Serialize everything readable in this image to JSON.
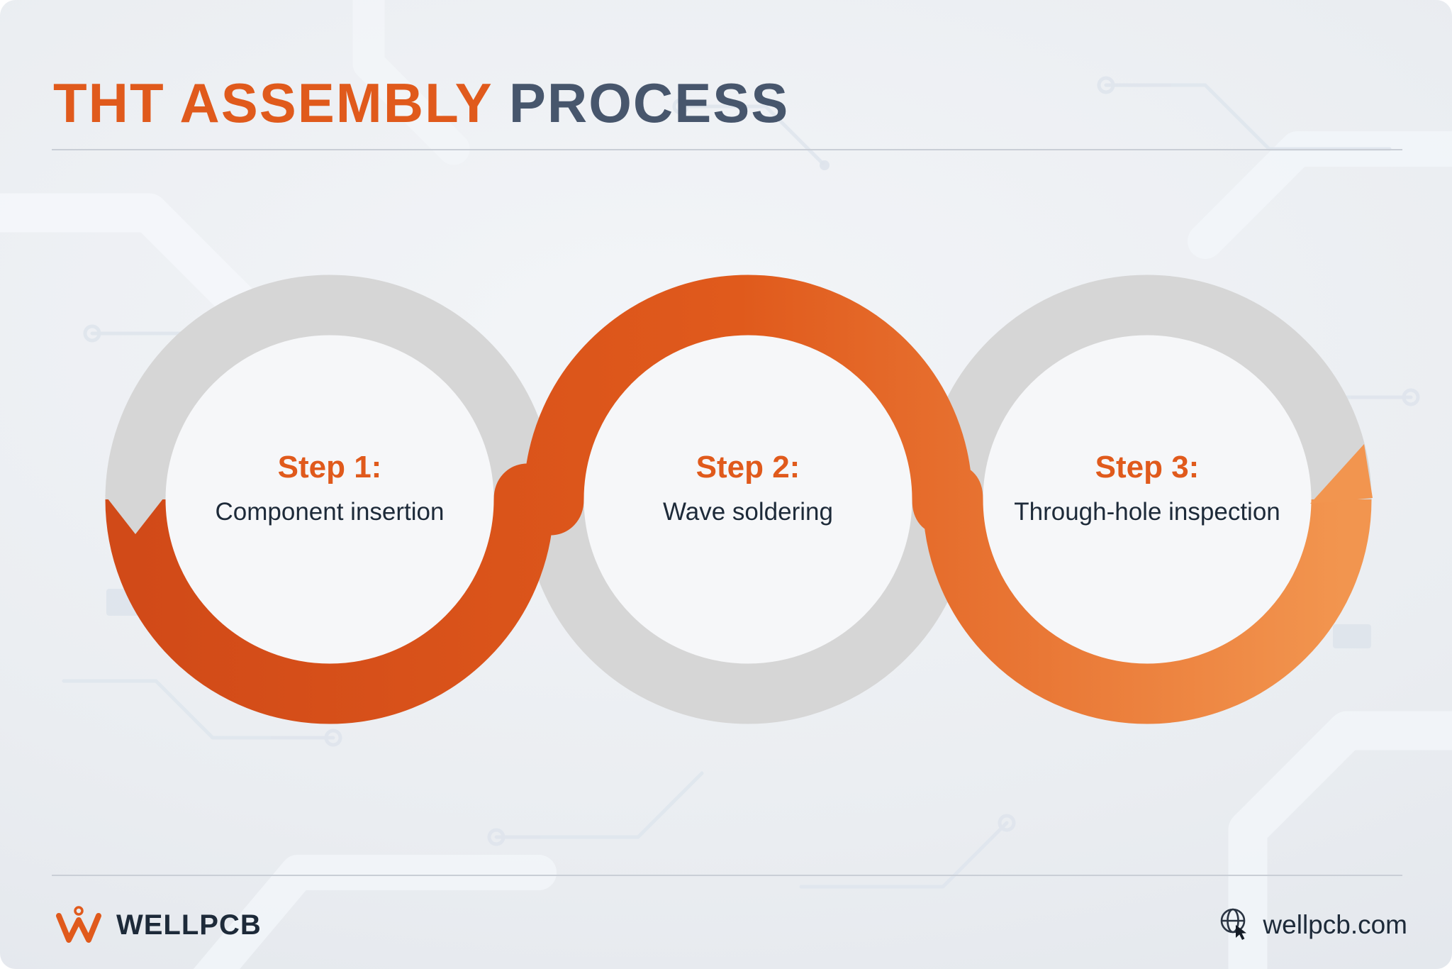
{
  "title": {
    "accent_text": "THT ASSEMBLY ",
    "plain_text": "PROCESS"
  },
  "diagram": {
    "steps": [
      {
        "label": "Step 1:",
        "description": "Component insertion"
      },
      {
        "label": "Step 2:",
        "description": "Wave soldering"
      },
      {
        "label": "Step 3:",
        "description": "Through-hole inspection"
      }
    ]
  },
  "footer": {
    "brand_name": "WELLPCB",
    "website": "wellpcb.com"
  },
  "icons": {
    "brand_logo": "wellpcb-w-logo-icon",
    "website": "globe-cursor-icon",
    "flow_end": "flow-arrow-tip",
    "flow_start": "flow-start-notch"
  },
  "colors": {
    "accent": "#e05a1c",
    "accent_dark": "#d14a18",
    "accent_light": "#f2954f",
    "ring_gray": "#d6d6d6",
    "title_gray": "#47566c",
    "text_dark": "#1d2a39",
    "line_gray": "#c9ced6",
    "disc": "#f6f7f9"
  }
}
